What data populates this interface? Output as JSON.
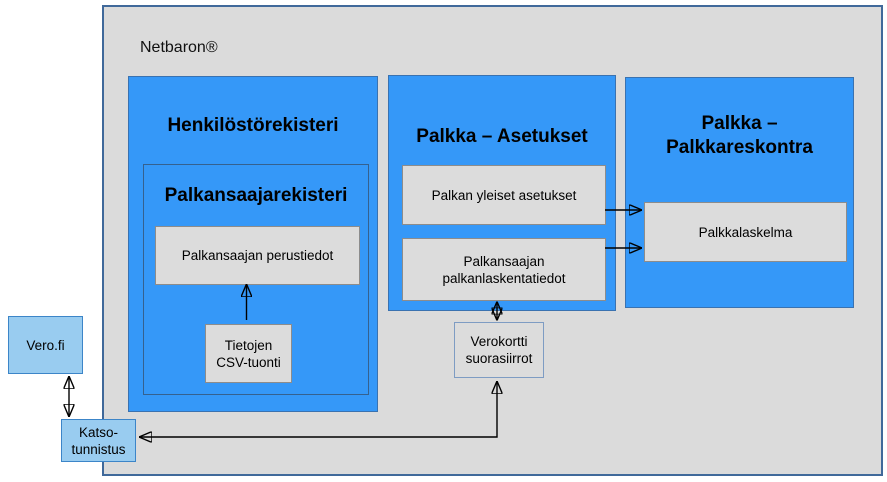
{
  "app": {
    "title": "Netbaron®"
  },
  "modules": {
    "henkilostorekisteri": {
      "title": "Henkilöstörekisteri"
    },
    "palkansaajarekisteri": {
      "title": "Palkansaajarekisteri"
    },
    "palkka_asetukset": {
      "title": "Palkka – Asetukset"
    },
    "palkka_palkkareskontra": {
      "title": "Palkka – Palkkareskontra"
    }
  },
  "nodes": {
    "palkansaajan_perustiedot": "Palkansaajan perustiedot",
    "tietojen_csv_tuonti": "Tietojen CSV-tuonti",
    "palkan_yleiset_asetukset": "Palkan yleiset asetukset",
    "palkansaajan_palkanlaskentatiedot": "Palkansaajan palkanlaskentatiedot",
    "palkkalaskelma": "Palkkalaskelma",
    "verokortti_suorasiirrot": "Verokortti suorasiirrot",
    "vero_fi": "Vero.fi",
    "katso_tunnistus": "Katso-tunnistus"
  },
  "connections": [
    {
      "from": "tietojen_csv_tuonti",
      "to": "palkansaajan_perustiedot",
      "style": "single-arrow"
    },
    {
      "from": "palkan_yleiset_asetukset",
      "to": "palkkalaskelma",
      "style": "single-arrow"
    },
    {
      "from": "palkansaajan_palkanlaskentatiedot",
      "to": "palkkalaskelma",
      "style": "single-arrow"
    },
    {
      "from": "palkansaajan_palkanlaskentatiedot",
      "to": "verokortti_suorasiirrot",
      "style": "double-arrow"
    },
    {
      "from": "vero_fi",
      "to": "katso_tunnistus",
      "style": "double-arrow"
    },
    {
      "from": "verokortti_suorasiirrot",
      "to": "katso_tunnistus",
      "style": "double-arrow"
    }
  ],
  "colors": {
    "module_blue": "#3598F8",
    "module_blue_border": "#3A72B0",
    "inner_blue_border": "#35618F",
    "external_blue": "#99CCF0",
    "external_blue_border": "#3C85C8",
    "panel_gray": "#DBDBDB",
    "panel_border": "#40699A",
    "node_gray": "#DCDCDC",
    "node_border": "#8C8C8C",
    "verokortti_border": "#7E9CC3",
    "arrow": "#000000"
  }
}
